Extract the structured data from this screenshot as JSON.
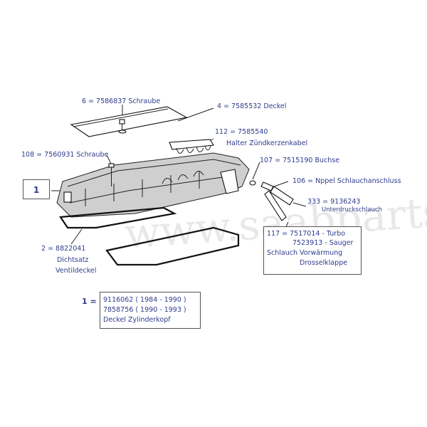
{
  "labels": {
    "screw6": "6 = 7586837  Schraube",
    "cover4": "4 = 7585532   Deckel",
    "holder112_num": "112 =  7585540",
    "holder112_name": "Halter Zündkerzenkabel",
    "screw108": "108 = 7560931  Schraube",
    "bushing107": "107 = 7515190  Buchse",
    "nipple106": "106 = Nppel Schlauchanschluss",
    "hose333_num": "333 =  9136243",
    "hose333_name": "Unterdruckschlauch",
    "hose117_line1": "117 =  7517014 - Turbo",
    "hose117_line2": "7523913 - Sauger",
    "hose117_line3": "Schlauch  Vorwärmung",
    "hose117_line4": "Drosselklappe",
    "gasket2_num": "2  =  8822041",
    "gasket2_line2": "Dichtsatz",
    "gasket2_line3": "Ventildeckel",
    "cover1_key": "1 =",
    "cover1_line1": "9116062  ( 1984 - 1990 )",
    "cover1_line2": "7858756  ( 1990 - 1993 )",
    "cover1_line3": "Deckel  Zylinderkopf",
    "callout1": "1"
  },
  "watermark": "www.saabparts.eu",
  "colors": {
    "label_text": "#2f3b8c",
    "line": "#222222",
    "shade": "#cfcfcf"
  }
}
